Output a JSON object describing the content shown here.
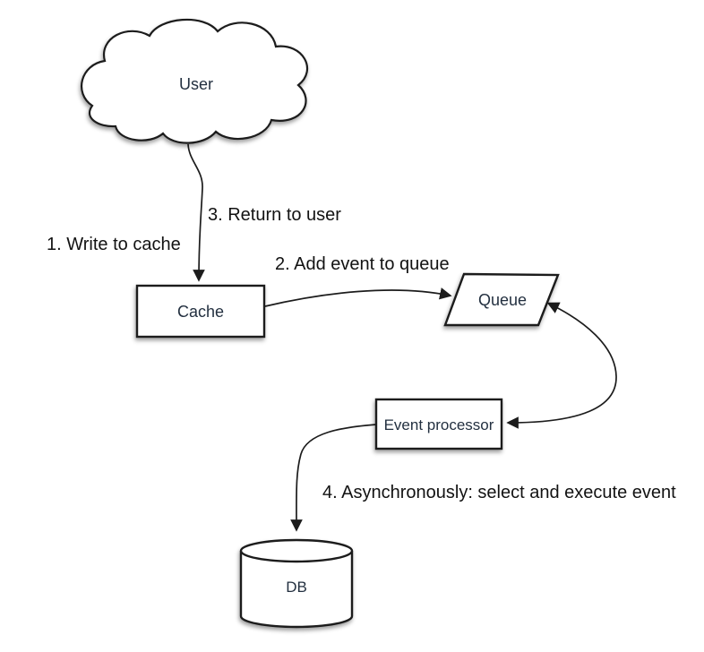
{
  "diagram": {
    "background": "#ffffff",
    "stroke_color": "#1c1c1c",
    "node_text_color": "#233040",
    "annotation_text_color": "#121212",
    "nodes": {
      "user": {
        "label": "User",
        "shape": "cloud"
      },
      "cache": {
        "label": "Cache",
        "shape": "rectangle"
      },
      "queue": {
        "label": "Queue",
        "shape": "parallelogram"
      },
      "event_processor": {
        "label": "Event processor",
        "shape": "rectangle"
      },
      "db": {
        "label": "DB",
        "shape": "cylinder"
      }
    },
    "annotations": {
      "step1": "1. Write to cache",
      "step2": "2. Add event to queue",
      "step3": "3. Return to user",
      "step4": "4. Asynchronously: select and execute event"
    },
    "edges": [
      {
        "from": "user",
        "to": "cache",
        "direction": "to-cache",
        "labels": [
          "1. Write to cache",
          "3. Return to user"
        ]
      },
      {
        "from": "cache",
        "to": "queue",
        "direction": "to-queue",
        "labels": [
          "2. Add event to queue"
        ]
      },
      {
        "from": "queue",
        "to": "event_processor",
        "direction": "bidirectional",
        "labels": []
      },
      {
        "from": "event_processor",
        "to": "db",
        "direction": "to-db",
        "labels": [
          "4. Asynchronously: select and execute event"
        ]
      }
    ]
  }
}
